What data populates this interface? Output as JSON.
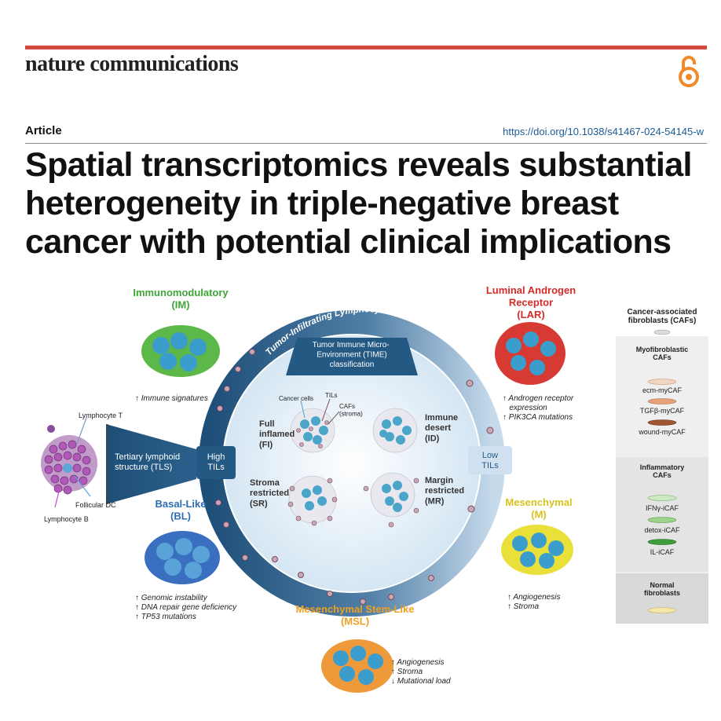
{
  "header": {
    "journal": "nature communications",
    "article_type": "Article",
    "doi": "https://doi.org/10.1038/s41467-024-54145-w",
    "title": "Spatial transcriptomics reveals substantial heterogeneity in triple-negative breast cancer with potential clinical implications",
    "accent_color": "#d24a3b",
    "doi_color": "#1a5a96",
    "open_access_icon": "open-access-icon"
  },
  "figure": {
    "ring_label": "Tumor-Infiltrating Lymphocytes (TILs)",
    "time_box": "Tumor Immune Micro-\nEnvironment (TIME)\nclassification",
    "high_tils": "High\nTILs",
    "low_tils": "Low\nTILs",
    "tls_label": "Tertiary lymphoid\nstructure (TLS)",
    "lymphocyte_t": "Lymphocyte T",
    "lymphocyte_b": "Lymphocyte B",
    "follicular_dc": "Follicular DC",
    "time_types": {
      "fi": "Full\ninflamed\n(FI)",
      "id": "Immune\ndesert\n(ID)",
      "sr": "Stroma\nrestricted\n(SR)",
      "mr": "Margin\nrestricted\n(MR)"
    },
    "fi_callouts": {
      "cancer_cells": "Cancer cells",
      "tils": "TILs",
      "cafs": "CAFs\n(stroma)"
    },
    "subtypes": {
      "im": {
        "name": "Immunomodulatory\n(IM)",
        "color": "#3fa535",
        "notes": "↑ Immune signatures"
      },
      "lar": {
        "name": "Luminal Androgen\nReceptor\n(LAR)",
        "color": "#d62b28",
        "notes": "↑ Androgen receptor\n   expression\n↑ PIK3CA mutations"
      },
      "bl": {
        "name": "Basal-Like\n(BL)",
        "color": "#2f6db3",
        "notes": "↑ Genomic instability\n↑ DNA repair gene deficiency\n↑ TP53 mutations"
      },
      "m": {
        "name": "Mesenchymal\n(M)",
        "color": "#d8c21e",
        "notes": "↑ Angiogenesis\n↑ Stroma"
      },
      "msl": {
        "name": "Mesenchymal Stem-Like\n(MSL)",
        "color": "#f0a020",
        "notes": "↑ Angiogenesis\n↑ Stroma\n↓ Mutational load"
      }
    },
    "cafs": {
      "title": "Cancer-associated\nfibroblasts (CAFs)",
      "myo_title": "Myofibroblastic\nCAFs",
      "myo": [
        "ecm-myCAF",
        "TGFβ-myCAF",
        "wound-myCAF"
      ],
      "infl_title": "Inflammatory\nCAFs",
      "infl": [
        "IFNγ-iCAF",
        "detox-iCAF",
        "IL-iCAF"
      ],
      "normal_title": "Normal\nfibroblasts"
    }
  }
}
